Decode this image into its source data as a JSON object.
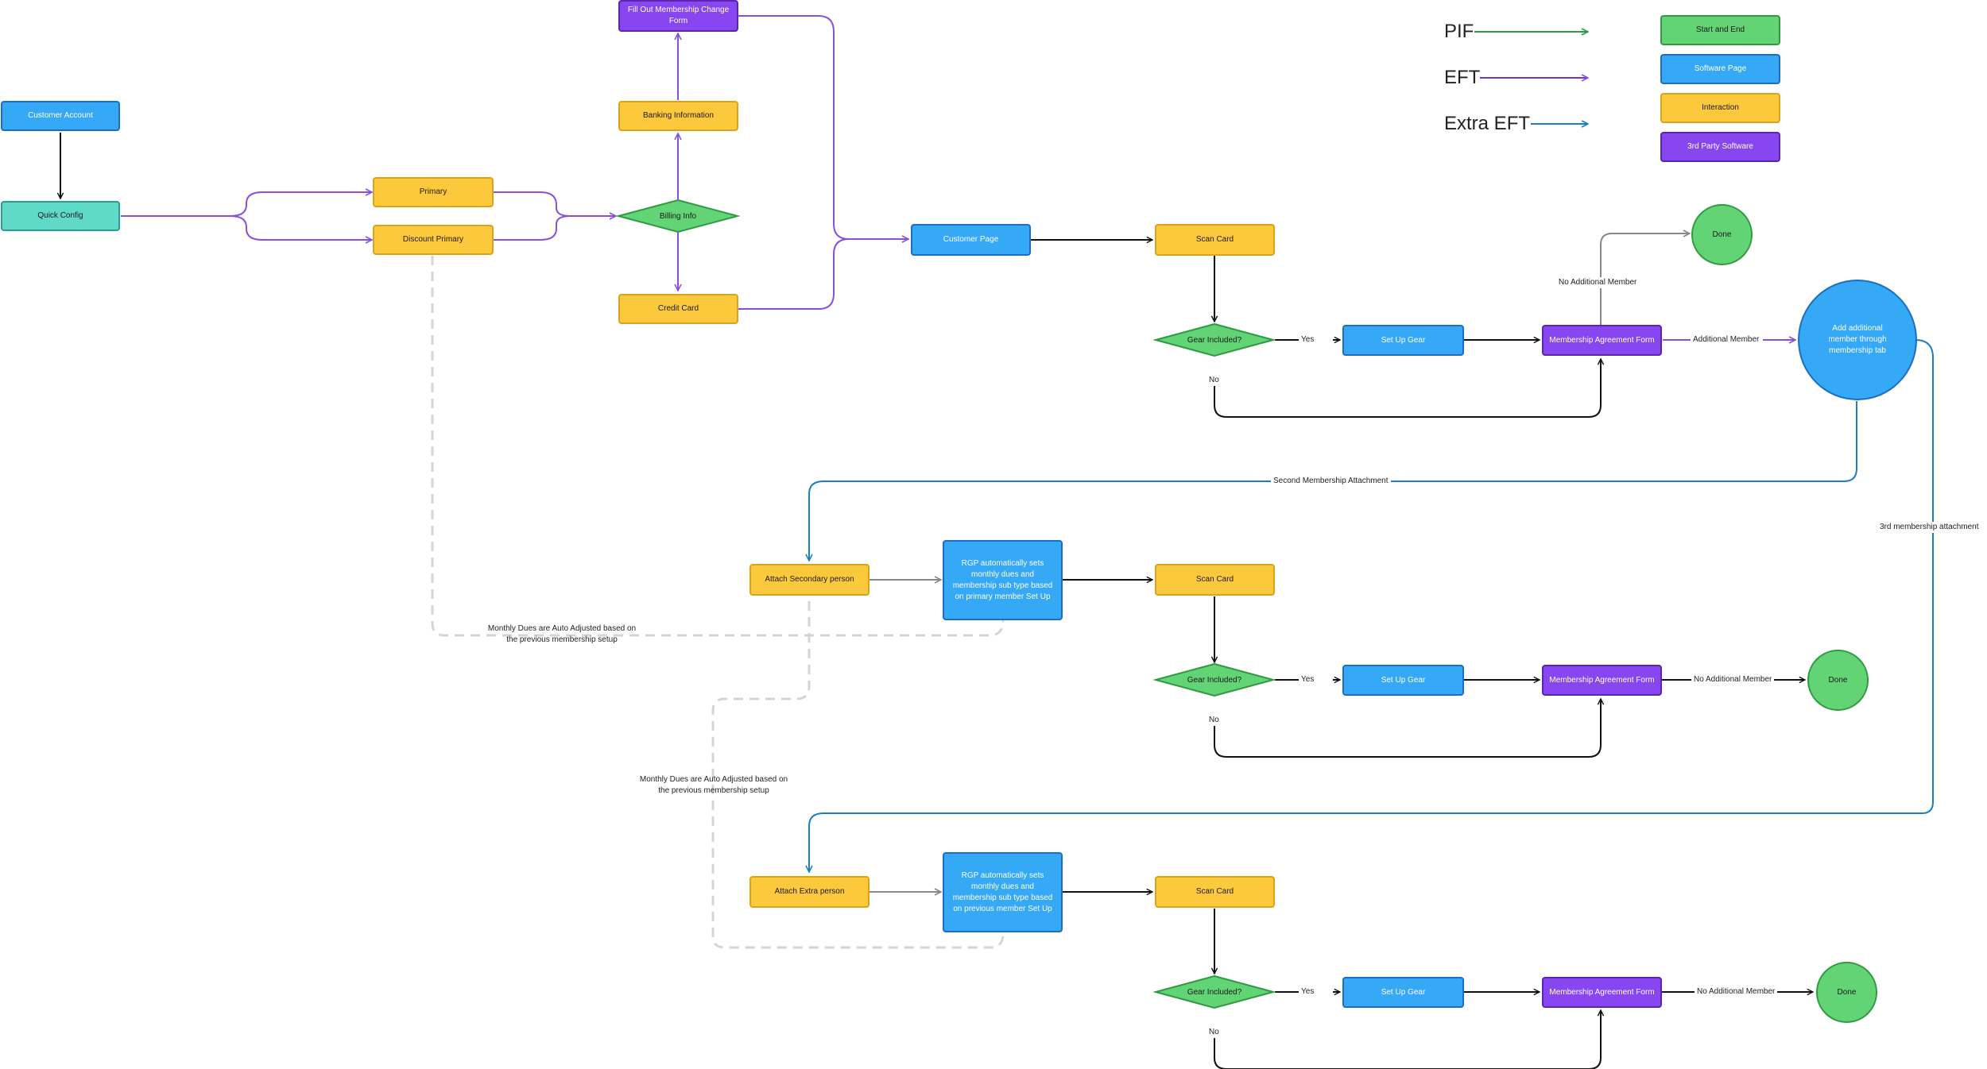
{
  "nodes": {
    "customer_account": "Customer Account",
    "quick_config": "Quick Config",
    "primary": "Primary",
    "discount_primary": "Discount Primary",
    "billing_info": "Billing Info",
    "banking_information": "Banking Information",
    "fill_out_form": "Fill Out Membership Change Form",
    "credit_card": "Credit Card",
    "customer_page": "Customer Page",
    "scan_card_1": "Scan Card",
    "gear_included_1": "Gear Included?",
    "set_up_gear_1": "Set Up Gear",
    "membership_form_1": "Membership Agreement Form",
    "done_1": "Done",
    "add_additional_member": "Add additional member through membership tab",
    "attach_secondary": "Attach Secondary person",
    "rgp_auto_1": "RGP automatically sets monthly dues and membership sub type based on primary member Set Up",
    "scan_card_2": "Scan Card",
    "gear_included_2": "Gear Included?",
    "set_up_gear_2": "Set Up Gear",
    "membership_form_2": "Membership Agreement Form",
    "done_2": "Done",
    "attach_extra": "Attach Extra person",
    "rgp_auto_2": "RGP automatically sets monthly dues and membership sub type based on previous member Set Up",
    "scan_card_3": "Scan Card",
    "gear_included_3": "Gear Included?",
    "set_up_gear_3": "Set Up Gear",
    "membership_form_3": "Membership Agreement Form",
    "done_3": "Done"
  },
  "edge_labels": {
    "yes_1": "Yes",
    "no_1": "No",
    "no_additional_member_1": "No Additional Member",
    "additional_member": "Additional Member",
    "second_attachment": "Second Membership Attachment",
    "third_attachment": "3rd membership attachment",
    "auto_adjusted_1": "Monthly Dues are Auto Adjusted based on the previous membership setup",
    "yes_2": "Yes",
    "no_2": "No",
    "no_additional_member_2": "No Additional Member",
    "auto_adjusted_2": "Monthly Dues are Auto Adjusted based on the previous membership setup",
    "yes_3": "Yes",
    "no_3": "No",
    "no_additional_member_3": "No Additional Member"
  },
  "legend": {
    "pif": "PIF",
    "eft": "EFT",
    "extra_eft": "Extra EFT",
    "start_end": "Start and End",
    "software_page": "Software Page",
    "interaction": "Interaction",
    "third_party": "3rd Party Software"
  },
  "colors": {
    "pif": "#2f9a42",
    "eft": "#6a3ad0",
    "extra_eft": "#1a7fc4",
    "flow": "#111111",
    "grey_flow": "#888888",
    "dashed": "#d4d4d4"
  }
}
